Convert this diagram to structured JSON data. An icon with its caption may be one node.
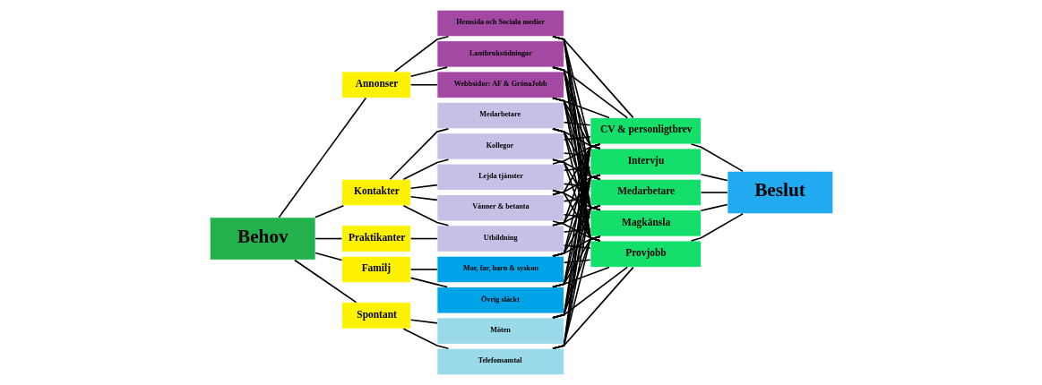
{
  "diagram": {
    "nodes": [
      {
        "text": [
          "Behov"
        ]
      },
      {
        "text": [
          "Annonser"
        ]
      },
      {
        "text": [
          "Kontakter"
        ]
      },
      {
        "text": [
          "Praktikanter"
        ]
      },
      {
        "text": [
          "Familj"
        ]
      },
      {
        "text": [
          "Spontant"
        ]
      },
      {
        "text": [
          "Hemsida och Sociala medier"
        ]
      },
      {
        "text": [
          "Lantbrukstidningar"
        ]
      },
      {
        "text": [
          "Webbsidor: AF & GrönaJobb"
        ]
      },
      {
        "text": [
          "Medarbetare"
        ]
      },
      {
        "text": [
          "Kollegor"
        ]
      },
      {
        "text": [
          "Lejda tjänster"
        ]
      },
      {
        "text": [
          "Vänner & betanta"
        ]
      },
      {
        "text": [
          "Utbildning"
        ]
      },
      {
        "text": [
          "Mor, far, barn & syskon"
        ]
      },
      {
        "text": [
          "Övrig släckt"
        ]
      },
      {
        "text": [
          "Möten"
        ]
      },
      {
        "text": [
          "Telefonsamtal"
        ]
      },
      {
        "text": [
          "CV & personligtbrev"
        ]
      },
      {
        "text": [
          "Intervju"
        ]
      },
      {
        "text": [
          "Medarbetare"
        ]
      },
      {
        "text": [
          "Magkänsla"
        ]
      },
      {
        "text": [
          "Provjobb"
        ]
      },
      {
        "text": [
          "Beslut"
        ]
      }
    ],
    "edges": [
      {
        "from": 0,
        "to": 1,
        "arrow": "none"
      },
      {
        "from": 0,
        "to": 2,
        "arrow": "none"
      },
      {
        "from": 0,
        "to": 3,
        "arrow": "none"
      },
      {
        "from": 0,
        "to": 4,
        "arrow": "none"
      },
      {
        "from": 0,
        "to": 5,
        "arrow": "none"
      },
      {
        "from": 1,
        "to": 6,
        "arrow": "none"
      },
      {
        "from": 1,
        "to": 7,
        "arrow": "none"
      },
      {
        "from": 1,
        "to": 8,
        "arrow": "none"
      },
      {
        "from": 2,
        "to": 9,
        "arrow": "none"
      },
      {
        "from": 2,
        "to": 10,
        "arrow": "none"
      },
      {
        "from": 2,
        "to": 11,
        "arrow": "none"
      },
      {
        "from": 2,
        "to": 12,
        "arrow": "none"
      },
      {
        "from": 2,
        "to": 13,
        "arrow": "none"
      },
      {
        "from": 3,
        "to": 13,
        "arrow": "none"
      },
      {
        "from": 4,
        "to": 14,
        "arrow": "none"
      },
      {
        "from": 4,
        "to": 15,
        "arrow": "none"
      },
      {
        "from": 5,
        "to": 16,
        "arrow": "none"
      },
      {
        "from": 5,
        "to": 17,
        "arrow": "none"
      },
      {
        "from": 6,
        "to": 18,
        "arrow": "none"
      },
      {
        "from": 6,
        "to": 19,
        "arrow": "none"
      },
      {
        "from": 6,
        "to": 20,
        "arrow": "none"
      },
      {
        "from": 6,
        "to": 21,
        "arrow": "none"
      },
      {
        "from": 6,
        "to": 22,
        "arrow": "none"
      },
      {
        "from": 7,
        "to": 18,
        "arrow": "none"
      },
      {
        "from": 7,
        "to": 19,
        "arrow": "none"
      },
      {
        "from": 7,
        "to": 20,
        "arrow": "none"
      },
      {
        "from": 7,
        "to": 21,
        "arrow": "none"
      },
      {
        "from": 7,
        "to": 22,
        "arrow": "none"
      },
      {
        "from": 8,
        "to": 18,
        "arrow": "none"
      },
      {
        "from": 8,
        "to": 19,
        "arrow": "none"
      },
      {
        "from": 8,
        "to": 20,
        "arrow": "none"
      },
      {
        "from": 8,
        "to": 21,
        "arrow": "none"
      },
      {
        "from": 8,
        "to": 22,
        "arrow": "none"
      },
      {
        "from": 9,
        "to": 18,
        "arrow": "none"
      },
      {
        "from": 9,
        "to": 19,
        "arrow": "none"
      },
      {
        "from": 9,
        "to": 20,
        "arrow": "none"
      },
      {
        "from": 9,
        "to": 21,
        "arrow": "none"
      },
      {
        "from": 9,
        "to": 22,
        "arrow": "none"
      },
      {
        "from": 10,
        "to": 18,
        "arrow": "none"
      },
      {
        "from": 10,
        "to": 19,
        "arrow": "none"
      },
      {
        "from": 10,
        "to": 20,
        "arrow": "none"
      },
      {
        "from": 10,
        "to": 21,
        "arrow": "none"
      },
      {
        "from": 10,
        "to": 22,
        "arrow": "none"
      },
      {
        "from": 11,
        "to": 18,
        "arrow": "none"
      },
      {
        "from": 11,
        "to": 19,
        "arrow": "none"
      },
      {
        "from": 11,
        "to": 20,
        "arrow": "none"
      },
      {
        "from": 11,
        "to": 21,
        "arrow": "none"
      },
      {
        "from": 11,
        "to": 22,
        "arrow": "none"
      },
      {
        "from": 12,
        "to": 18,
        "arrow": "none"
      },
      {
        "from": 12,
        "to": 19,
        "arrow": "none"
      },
      {
        "from": 12,
        "to": 20,
        "arrow": "none"
      },
      {
        "from": 12,
        "to": 21,
        "arrow": "none"
      },
      {
        "from": 12,
        "to": 22,
        "arrow": "none"
      },
      {
        "from": 13,
        "to": 18,
        "arrow": "none"
      },
      {
        "from": 13,
        "to": 19,
        "arrow": "none"
      },
      {
        "from": 13,
        "to": 20,
        "arrow": "none"
      },
      {
        "from": 13,
        "to": 21,
        "arrow": "none"
      },
      {
        "from": 13,
        "to": 22,
        "arrow": "none"
      },
      {
        "from": 14,
        "to": 18,
        "arrow": "none"
      },
      {
        "from": 14,
        "to": 19,
        "arrow": "none"
      },
      {
        "from": 14,
        "to": 20,
        "arrow": "none"
      },
      {
        "from": 14,
        "to": 21,
        "arrow": "none"
      },
      {
        "from": 14,
        "to": 22,
        "arrow": "none"
      },
      {
        "from": 15,
        "to": 18,
        "arrow": "none"
      },
      {
        "from": 15,
        "to": 19,
        "arrow": "none"
      },
      {
        "from": 15,
        "to": 20,
        "arrow": "none"
      },
      {
        "from": 15,
        "to": 21,
        "arrow": "none"
      },
      {
        "from": 15,
        "to": 22,
        "arrow": "none"
      },
      {
        "from": 16,
        "to": 18,
        "arrow": "none"
      },
      {
        "from": 16,
        "to": 19,
        "arrow": "none"
      },
      {
        "from": 16,
        "to": 20,
        "arrow": "none"
      },
      {
        "from": 16,
        "to": 21,
        "arrow": "none"
      },
      {
        "from": 16,
        "to": 22,
        "arrow": "none"
      },
      {
        "from": 17,
        "to": 18,
        "arrow": "none"
      },
      {
        "from": 17,
        "to": 19,
        "arrow": "none"
      },
      {
        "from": 17,
        "to": 20,
        "arrow": "none"
      },
      {
        "from": 17,
        "to": 21,
        "arrow": "none"
      },
      {
        "from": 17,
        "to": 22,
        "arrow": "none"
      },
      {
        "from": 18,
        "to": 23,
        "arrow": "none"
      },
      {
        "from": 19,
        "to": 23,
        "arrow": "none"
      },
      {
        "from": 20,
        "to": 23,
        "arrow": "none"
      },
      {
        "from": 21,
        "to": 23,
        "arrow": "none"
      },
      {
        "from": 22,
        "to": 23,
        "arrow": "none"
      }
    ]
  }
}
